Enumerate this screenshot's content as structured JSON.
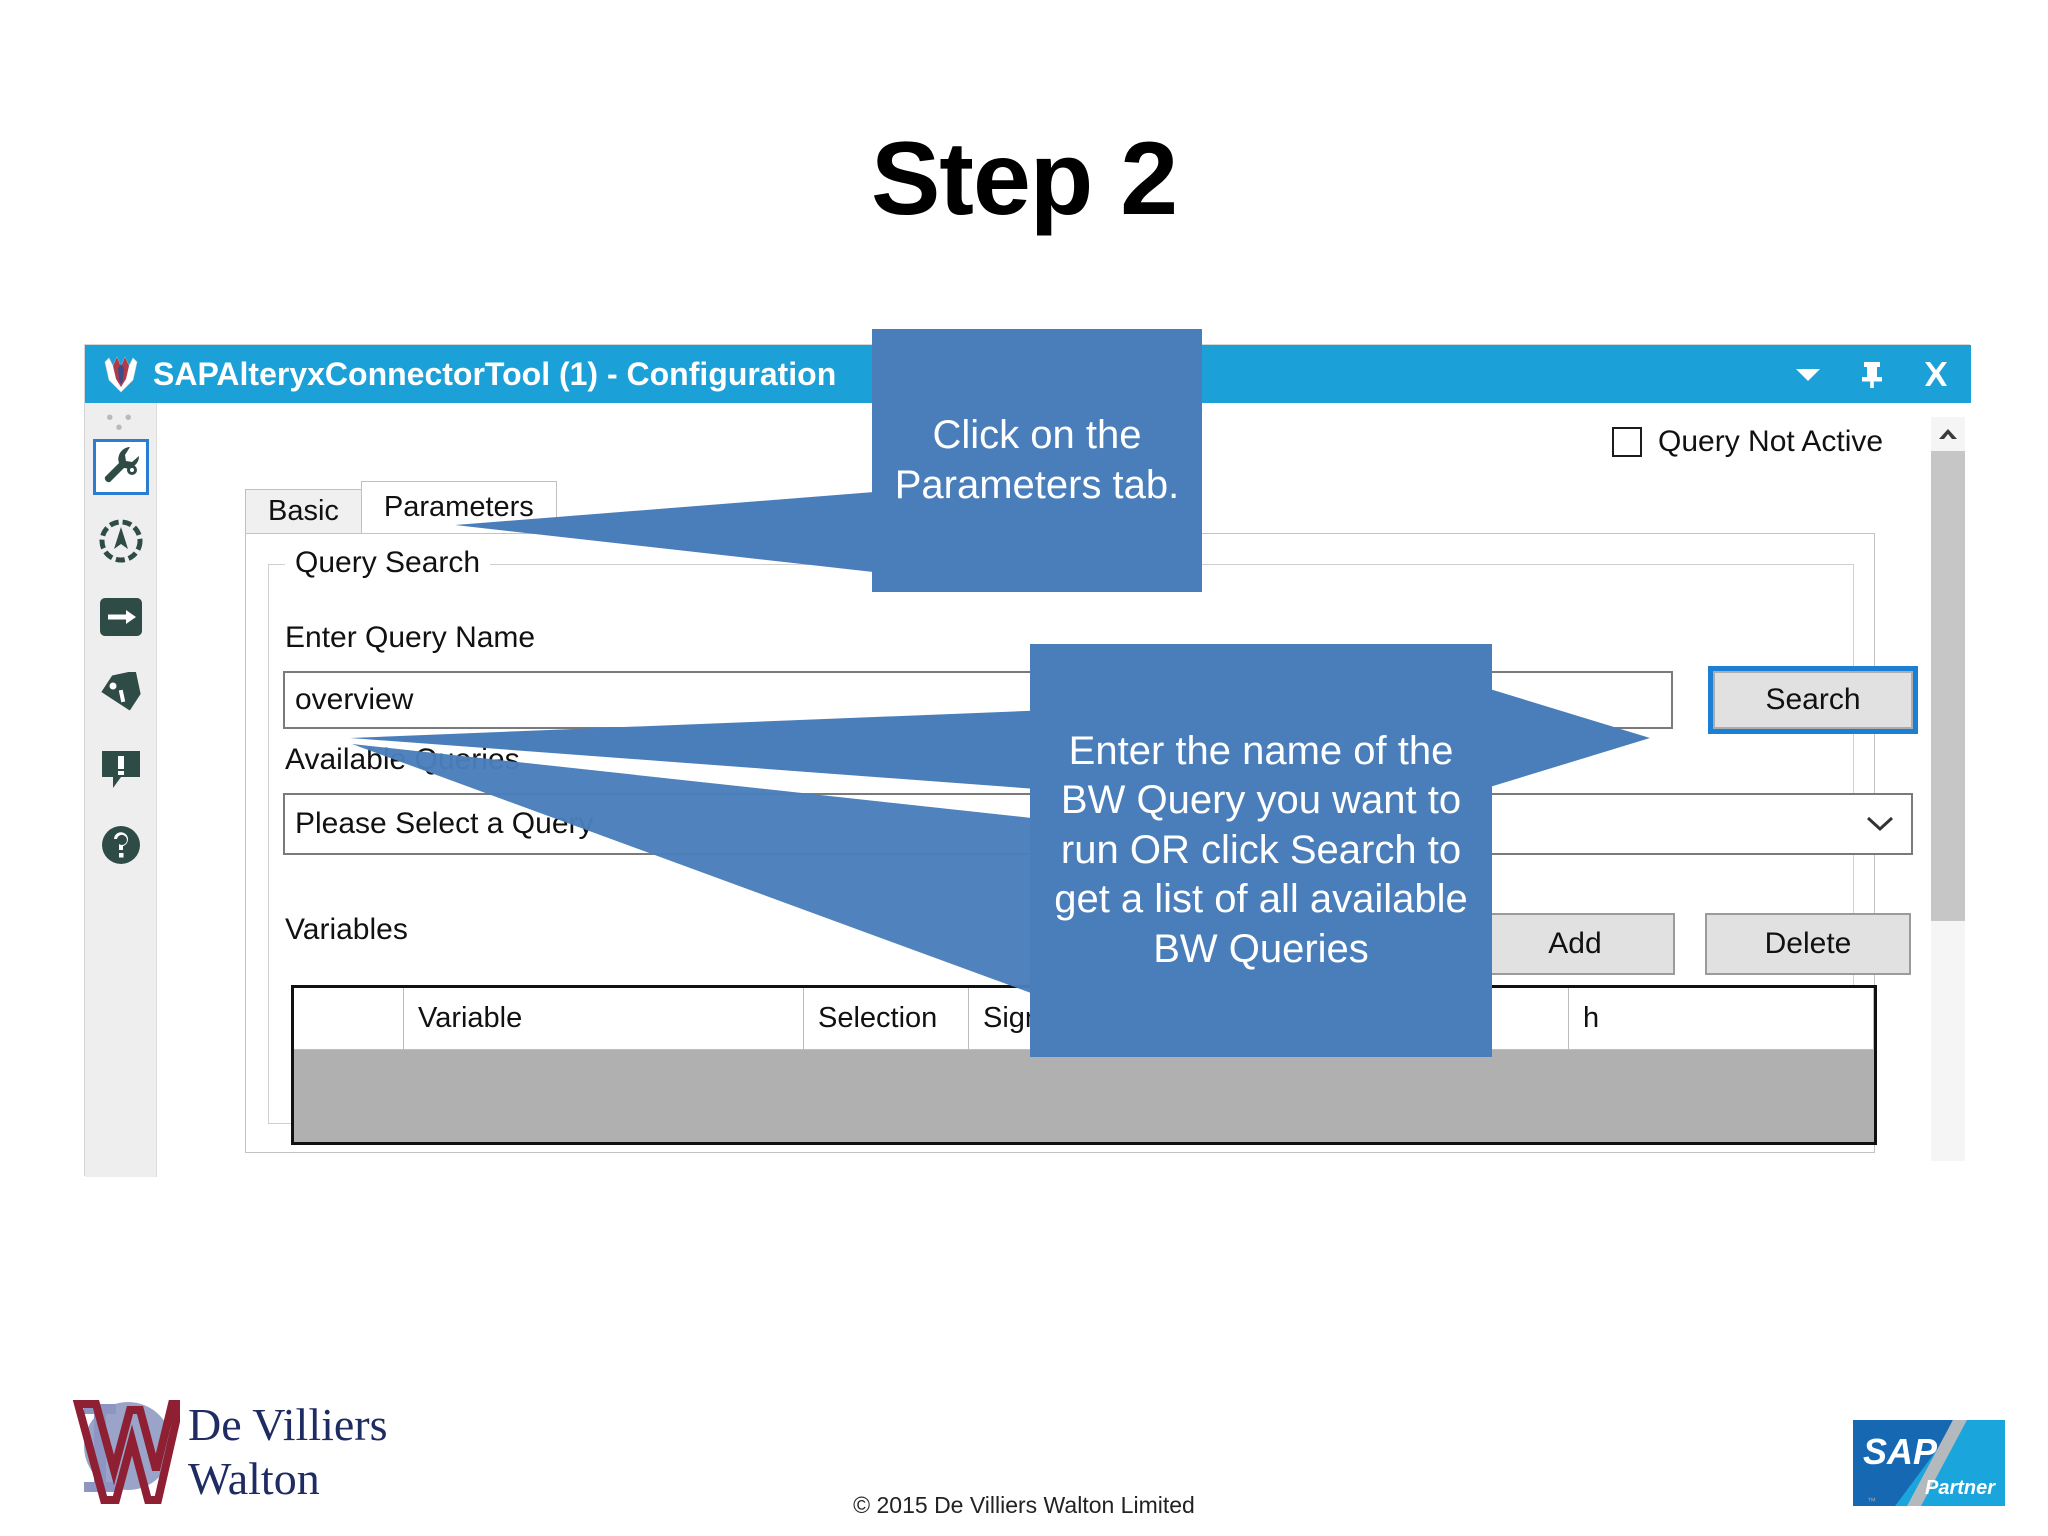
{
  "slide": {
    "title": "Step 2",
    "copyright": "© 2015 De Villiers Walton Limited"
  },
  "window": {
    "title": "SAPAlteryxConnectorTool (1) - Configuration",
    "icon": "alteryx-tool-icon",
    "controls": [
      {
        "name": "dropdown-arrow",
        "glyph": "▼"
      },
      {
        "name": "pin",
        "glyph": "pin"
      },
      {
        "name": "close",
        "glyph": "✕"
      }
    ]
  },
  "icon_rail": {
    "dots": "• • •",
    "items": [
      {
        "name": "wrench-icon",
        "selected": true
      },
      {
        "name": "compass-icon",
        "selected": false
      },
      {
        "name": "arrow-right-icon",
        "selected": false
      },
      {
        "name": "tag-icon",
        "selected": false
      },
      {
        "name": "exclamation-comment-icon",
        "selected": false
      },
      {
        "name": "question-mark-icon",
        "selected": false
      }
    ]
  },
  "dialog": {
    "query_not_active": {
      "label": "Query Not Active",
      "checked": false
    },
    "tabs": [
      {
        "label": "Basic",
        "active": false
      },
      {
        "label": "Parameters",
        "active": true
      }
    ],
    "group": {
      "legend": "Query Search",
      "query_name_label": "Enter Query Name",
      "query_name_value": "overview",
      "search_button": "Search",
      "available_queries_label": "Available Queries",
      "available_queries_value": "Please Select a Query",
      "variables_label": "Variables",
      "add_button": "Add",
      "delete_button": "Delete",
      "grid_headers": [
        "",
        "Variable",
        "Selection",
        "Sign",
        "h"
      ]
    }
  },
  "callouts": [
    {
      "name": "callout-parameters-tab",
      "text": "Click on the Parameters tab."
    },
    {
      "name": "callout-query-name",
      "text": "Enter the name of the BW Query you want to run OR click Search to get a list of all available BW Queries"
    }
  ],
  "footer": {
    "dvw_line1": "De Villiers",
    "dvw_line2": "Walton",
    "sap_text": "SAP",
    "sap_partner_text": "Partner",
    "sap_tm": "™"
  },
  "colors": {
    "titlebar": "#1ba0d7",
    "callout": "#4a7ebb",
    "focus": "#1b7fd4",
    "sap_blue": "#1668b3",
    "sap_cyan": "#1aa5dc",
    "dvw_navy": "#1f2b63",
    "dvw_red": "#8f1f32"
  }
}
